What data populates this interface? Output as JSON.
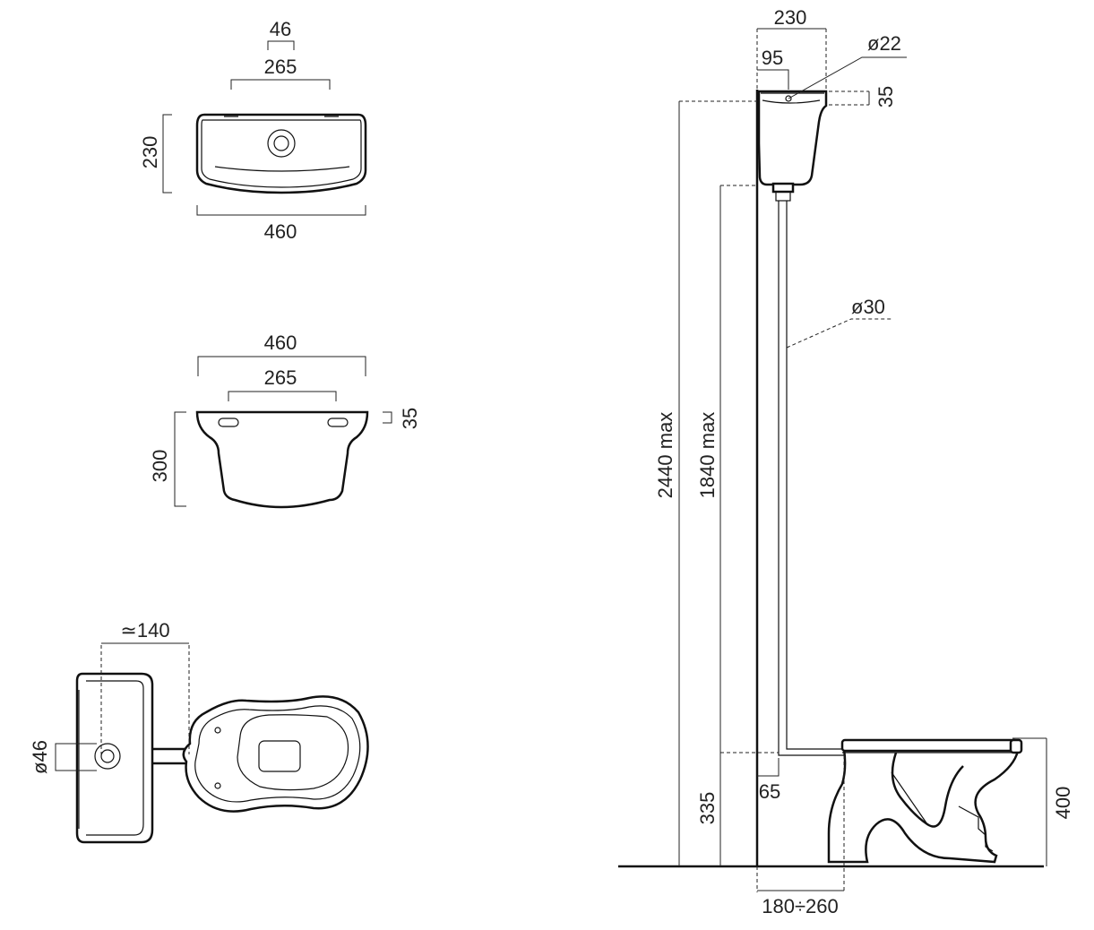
{
  "top_view": {
    "dim_hole_width": "46",
    "dim_hole_spacing": "265",
    "dim_depth": "230",
    "dim_width": "460"
  },
  "back_view": {
    "dim_width": "460",
    "dim_hole_spacing": "265",
    "dim_hole_height": "35",
    "dim_height": "300"
  },
  "plan_view": {
    "dim_offset": "≃140",
    "dim_diameter": "ø46"
  },
  "side_view": {
    "dim_cistern_width": "230",
    "dim_hole_offset": "95",
    "dim_inlet_diameter": "ø22",
    "dim_hole_height": "35",
    "dim_pipe_diameter": "ø30",
    "dim_max_height_top": "2440 max",
    "dim_max_height_bottom": "1840 max",
    "dim_pipe_offset": "65",
    "dim_inlet_height": "335",
    "dim_wall_distance": "180÷260",
    "dim_pan_height": "400"
  },
  "colors": {
    "line": "#111111",
    "dimension": "#222222",
    "background": "#ffffff"
  }
}
